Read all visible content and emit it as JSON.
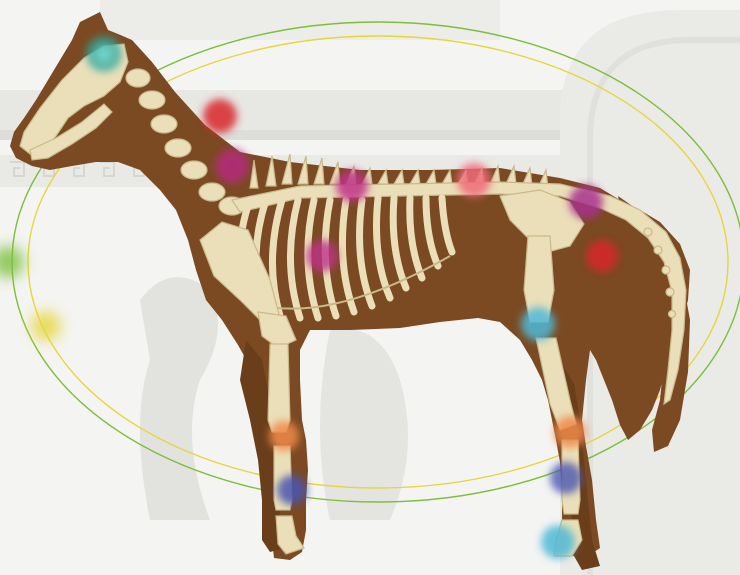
{
  "colors": {
    "background": "#f6f6f4",
    "architecture": "#d9d9d6",
    "architecture_dark": "#c4c4c0",
    "horse_body": "#7b4a22",
    "bone": "#eadfb8",
    "bone_outline": "#c9b98a",
    "outer_orbit": "#7bbf3a",
    "inner_orbit": "#e6d63a"
  },
  "energy_points": [
    {
      "name": "head-crown",
      "color": "#2fa8a0",
      "label_color_name": "turquoise"
    },
    {
      "name": "neck-upper",
      "color": "#d8262b",
      "label_color_name": "red"
    },
    {
      "name": "neck-lower",
      "color": "#b52a7e",
      "label_color_name": "magenta"
    },
    {
      "name": "withers",
      "color": "#c0318a",
      "label_color_name": "magenta"
    },
    {
      "name": "loin",
      "color": "#f06a7a",
      "label_color_name": "pink"
    },
    {
      "name": "croup",
      "color": "#a8328f",
      "label_color_name": "magenta"
    },
    {
      "name": "hindquarter",
      "color": "#d8262b",
      "label_color_name": "red"
    },
    {
      "name": "chest",
      "color": "#c0318a",
      "label_color_name": "magenta"
    },
    {
      "name": "stifle",
      "color": "#4fb9d8",
      "label_color_name": "light-blue"
    },
    {
      "name": "front-knee",
      "color": "#f08a4a",
      "label_color_name": "orange"
    },
    {
      "name": "hock",
      "color": "#f08a4a",
      "label_color_name": "orange"
    },
    {
      "name": "front-fetlock",
      "color": "#4a56b0",
      "label_color_name": "indigo"
    },
    {
      "name": "hind-cannon",
      "color": "#4a56b0",
      "label_color_name": "indigo"
    },
    {
      "name": "hind-hoof",
      "color": "#4fb9d8",
      "label_color_name": "light-blue"
    },
    {
      "name": "left-green",
      "color": "#7bbf3a",
      "label_color_name": "green"
    },
    {
      "name": "left-yellow",
      "color": "#e6d63a",
      "label_color_name": "yellow"
    }
  ]
}
